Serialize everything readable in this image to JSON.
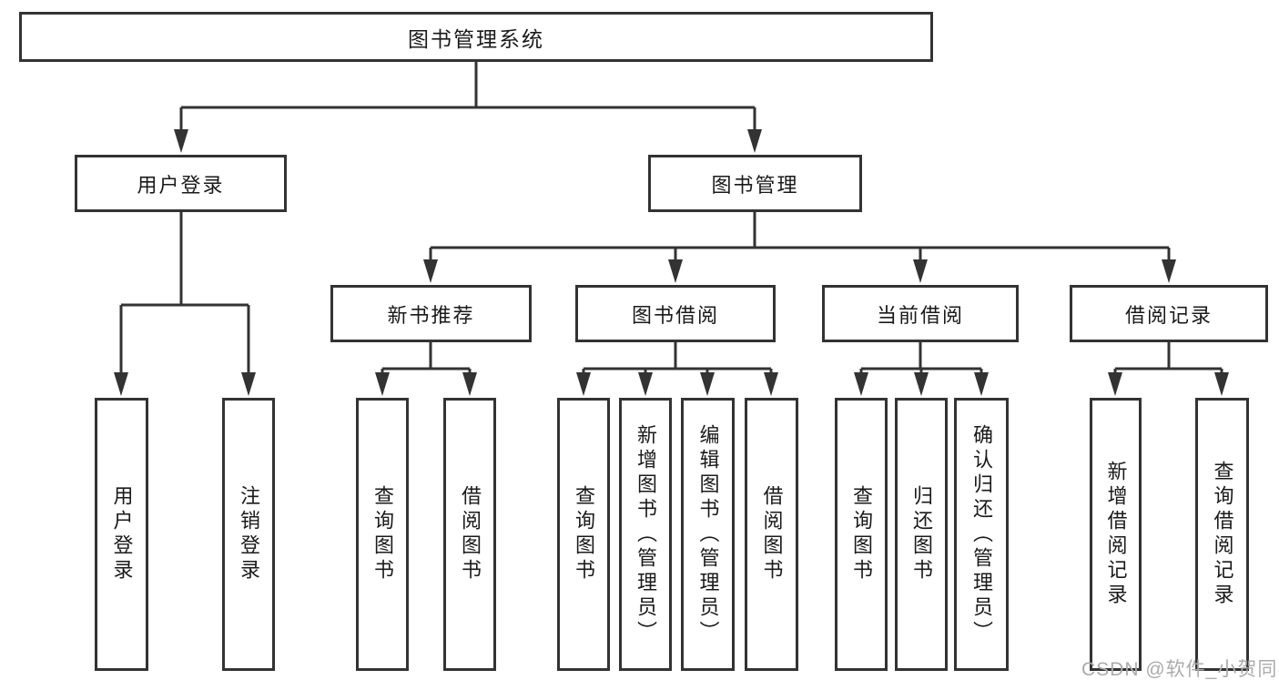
{
  "page": {
    "background_color": "#ffffff",
    "line_color": "#333333",
    "text_color": "#1a1a1a",
    "watermark_color": "#ababab"
  },
  "watermark": {
    "text": "CSDN @软件_小贺同学"
  },
  "tree": {
    "root": {
      "label": "图书管理系统"
    },
    "branches": [
      {
        "label": "用户登录",
        "children": [
          {
            "label": "用户登录"
          },
          {
            "label": "注销登录"
          }
        ]
      },
      {
        "label": "图书管理",
        "children": [
          {
            "label": "新书推荐",
            "children": [
              {
                "label": "查询图书"
              },
              {
                "label": "借阅图书"
              }
            ]
          },
          {
            "label": "图书借阅",
            "children": [
              {
                "label": "查询图书"
              },
              {
                "label": "新增图书（管理员）"
              },
              {
                "label": "编辑图书（管理员）"
              },
              {
                "label": "借阅图书"
              }
            ]
          },
          {
            "label": "当前借阅",
            "children": [
              {
                "label": "查询图书"
              },
              {
                "label": "归还图书"
              },
              {
                "label": "确认归还（管理员）"
              }
            ]
          },
          {
            "label": "借阅记录",
            "children": [
              {
                "label": "新增借阅记录"
              },
              {
                "label": "查询借阅记录"
              }
            ]
          }
        ]
      }
    ]
  }
}
